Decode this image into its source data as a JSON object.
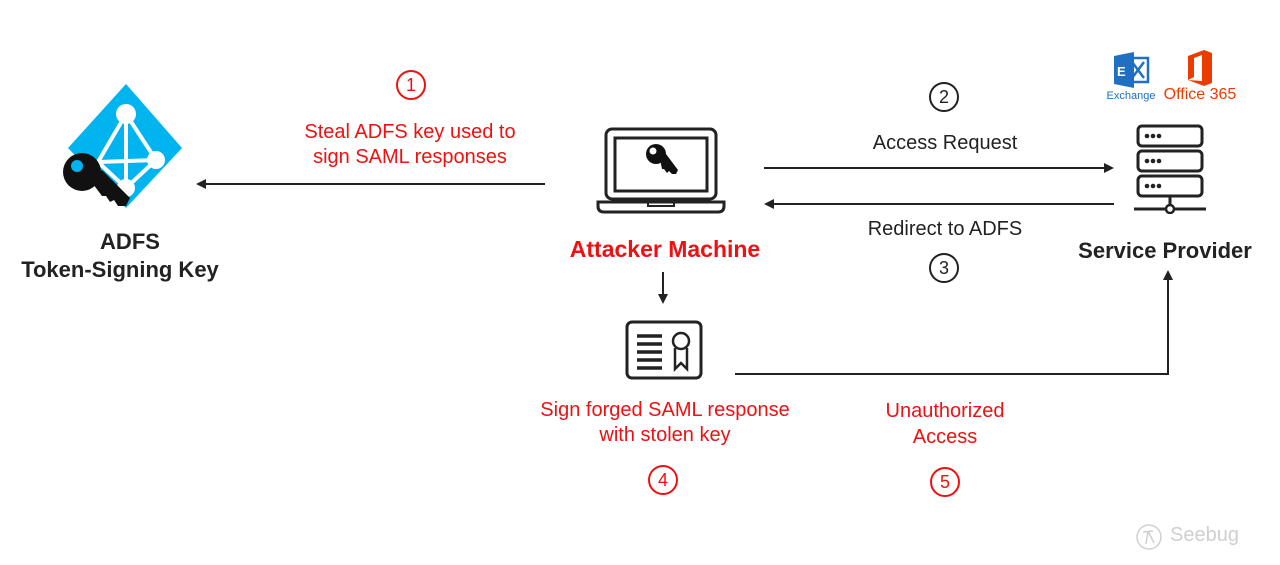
{
  "nodes": {
    "adfs": {
      "title_line1": "ADFS",
      "title_line2": "Token-Signing Key",
      "icon": "azure-ad-key-icon"
    },
    "attacker": {
      "title": "Attacker Machine",
      "icon": "laptop-key-icon"
    },
    "service_provider": {
      "title": "Service Provider",
      "icon": "server-rack-icon",
      "logos": {
        "exchange": "Exchange",
        "exchange_letter": "E",
        "office": "Office 365"
      }
    },
    "saml_response": {
      "icon": "certificate-icon"
    }
  },
  "steps": [
    {
      "number": "1",
      "label_line1": "Steal ADFS key used to",
      "label_line2": "sign SAML responses",
      "color": "#ee1111"
    },
    {
      "number": "2",
      "label_line1": "Access Request",
      "color": "#222222"
    },
    {
      "number": "3",
      "label_line1": "Redirect to ADFS",
      "color": "#222222"
    },
    {
      "number": "4",
      "label_line1": "Sign forged SAML response",
      "label_line2": "with stolen key",
      "color": "#ee1111"
    },
    {
      "number": "5",
      "label_line1": "Unauthorized",
      "label_line2": "Access",
      "color": "#ee1111"
    }
  ],
  "watermark": {
    "text": "Seebug"
  },
  "colors": {
    "accent_red": "#ee1111",
    "azure_blue": "#00b4f0",
    "exchange_blue": "#1f6fc2",
    "office_orange": "#eb3c00"
  }
}
